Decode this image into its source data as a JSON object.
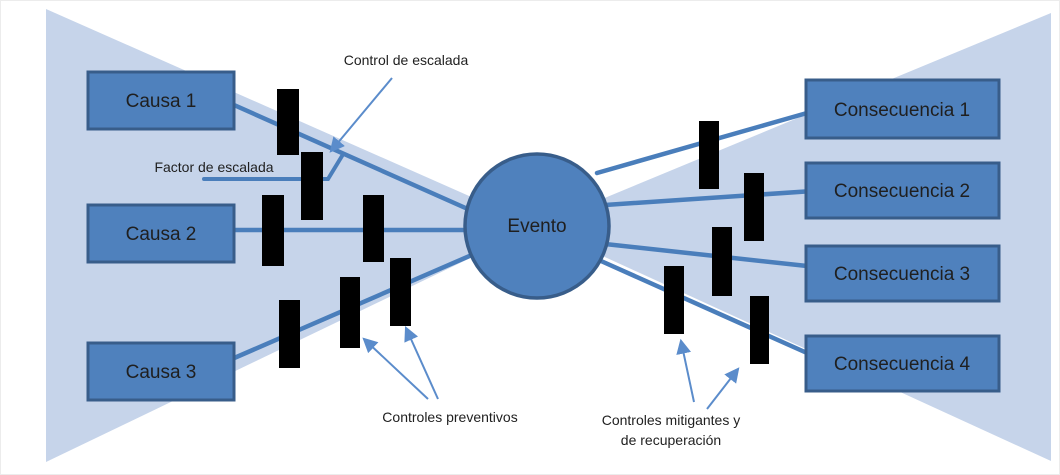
{
  "event_label": "Evento",
  "causes": [
    "Causa 1",
    "Causa 2",
    "Causa 3"
  ],
  "consequences": [
    "Consecuencia 1",
    "Consecuencia 2",
    "Consecuencia 3",
    "Consecuencia 4"
  ],
  "annotations": {
    "escalation_control": "Control de escalada",
    "escalation_factor": "Factor de escalada",
    "preventive": "Controles preventivos",
    "mitigating_line1": "Controles mitigantes y",
    "mitigating_line2": "de recuperación"
  },
  "colors": {
    "node_fill": "#4f81bd",
    "node_border": "#385d8a",
    "wedge_fill": "#c6d4ea",
    "connector": "#4a7ebb",
    "arrow": "#5b8ccb",
    "barrier_fill": "#000000",
    "text": "#1f1f1f"
  }
}
